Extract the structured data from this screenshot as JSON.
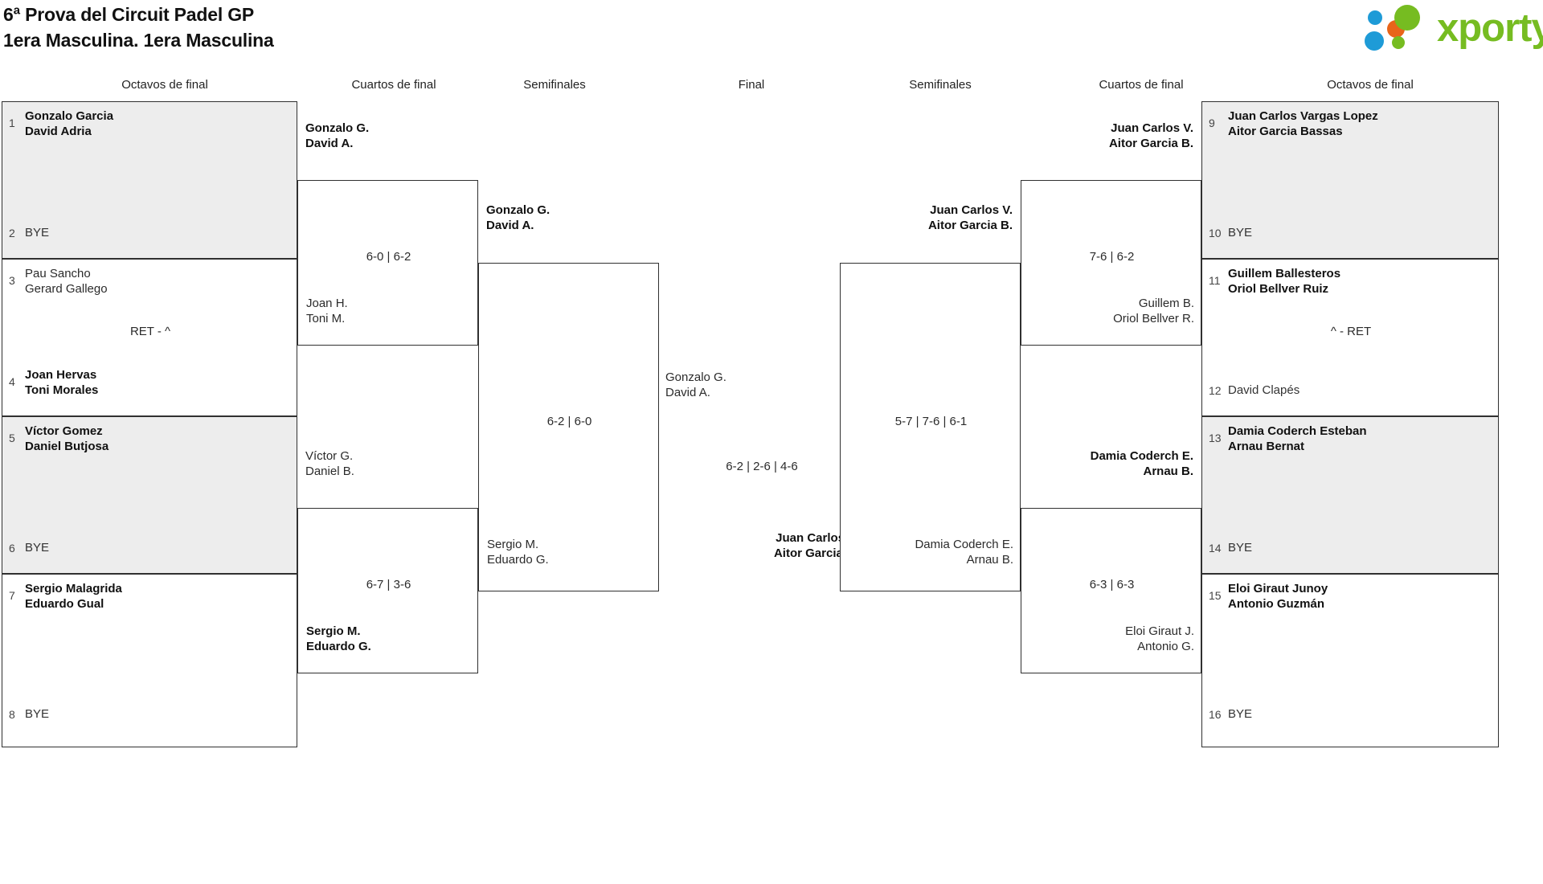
{
  "header": {
    "title_line1": "6ª Prova del Circuit Padel GP",
    "title_line2": "1era Masculina. 1era Masculina",
    "logo_text": "xporty",
    "logo_colors": {
      "green": "#76bc21",
      "blue": "#1e9bd7",
      "orange": "#e8651a"
    }
  },
  "round_headers": [
    {
      "label": "Octavos de final"
    },
    {
      "label": "Cuartos de final"
    },
    {
      "label": "Semifinales"
    },
    {
      "label": "Final"
    },
    {
      "label": "Semifinales"
    },
    {
      "label": "Cuartos de final"
    },
    {
      "label": "Octavos de final"
    }
  ],
  "left_octavos": [
    {
      "shaded": true,
      "top": {
        "seed": "1",
        "line1": "Gonzalo Garcia",
        "line2": "David Adria",
        "winner": true
      },
      "bottom": {
        "seed": "2",
        "bye": "BYE"
      },
      "score": ""
    },
    {
      "shaded": false,
      "top": {
        "seed": "3",
        "line1": "Pau Sancho",
        "line2": "Gerard Gallego",
        "winner": false
      },
      "bottom": {
        "seed": "4",
        "line1": "Joan Hervas",
        "line2": "Toni Morales",
        "winner": true
      },
      "score": "RET - ^"
    },
    {
      "shaded": true,
      "top": {
        "seed": "5",
        "line1": "Víctor Gomez",
        "line2": "Daniel Butjosa",
        "winner": true
      },
      "bottom": {
        "seed": "6",
        "bye": "BYE"
      },
      "score": ""
    },
    {
      "shaded": false,
      "top": {
        "seed": "7",
        "line1": "Sergio Malagrida",
        "line2": "Eduardo Gual",
        "winner": true
      },
      "bottom": {
        "seed": "8",
        "bye": "BYE"
      },
      "score": ""
    }
  ],
  "left_cuartos": [
    {
      "top": {
        "line1": "Gonzalo G.",
        "line2": "David A.",
        "winner": true
      },
      "bottom": {
        "line1": "Joan H.",
        "line2": "Toni M.",
        "winner": false
      },
      "score": "6-0 | 6-2"
    },
    {
      "top": {
        "line1": "Víctor G.",
        "line2": "Daniel B.",
        "winner": false
      },
      "bottom": {
        "line1": "Sergio M.",
        "line2": "Eduardo G.",
        "winner": true
      },
      "score": "6-7 | 3-6"
    }
  ],
  "left_semifinal": {
    "top": {
      "line1": "Gonzalo G.",
      "line2": "David A.",
      "winner": true
    },
    "bottom": {
      "line1": "Sergio M.",
      "line2": "Eduardo G.",
      "winner": false
    },
    "score": "6-2 | 6-0"
  },
  "final": {
    "top": {
      "line1": "Gonzalo G.",
      "line2": "David A.",
      "winner": false
    },
    "bottom": {
      "line1": "Juan Carlos V.",
      "line2": "Aitor Garcia B.",
      "winner": true
    },
    "score": "6-2 | 2-6 | 4-6"
  },
  "right_semifinal": {
    "top": {
      "line1": "Juan Carlos V.",
      "line2": "Aitor Garcia B.",
      "winner": true
    },
    "bottom": {
      "line1": "Damia Coderch E.",
      "line2": "Arnau B.",
      "winner": false
    },
    "score": "5-7 | 7-6 | 6-1"
  },
  "right_cuartos": [
    {
      "top": {
        "line1": "Juan Carlos V.",
        "line2": "Aitor Garcia B.",
        "winner": true
      },
      "bottom": {
        "line1": "Guillem B.",
        "line2": "Oriol Bellver R.",
        "winner": false
      },
      "score": "7-6 | 6-2"
    },
    {
      "top": {
        "line1": "Damia Coderch E.",
        "line2": "Arnau B.",
        "winner": true
      },
      "bottom": {
        "line1": "Eloi Giraut J.",
        "line2": "Antonio G.",
        "winner": false
      },
      "score": "6-3 | 6-3"
    }
  ],
  "right_octavos": [
    {
      "shaded": true,
      "top": {
        "seed": "9",
        "line1": "Juan Carlos Vargas Lopez",
        "line2": "Aitor Garcia Bassas",
        "winner": true
      },
      "bottom": {
        "seed": "10",
        "bye": "BYE"
      },
      "score": ""
    },
    {
      "shaded": false,
      "top": {
        "seed": "11",
        "line1": "Guillem Ballesteros",
        "line2": "Oriol Bellver Ruiz",
        "winner": true
      },
      "bottom": {
        "seed": "12",
        "line1": "David Clapés",
        "winner": false
      },
      "score": "^ - RET"
    },
    {
      "shaded": true,
      "top": {
        "seed": "13",
        "line1": "Damia Coderch Esteban",
        "line2": "Arnau Bernat",
        "winner": true
      },
      "bottom": {
        "seed": "14",
        "bye": "BYE"
      },
      "score": ""
    },
    {
      "shaded": false,
      "top": {
        "seed": "15",
        "line1": "Eloi Giraut Junoy",
        "line2": "Antonio Guzmán",
        "winner": true
      },
      "bottom": {
        "seed": "16",
        "bye": "BYE"
      },
      "score": ""
    }
  ]
}
